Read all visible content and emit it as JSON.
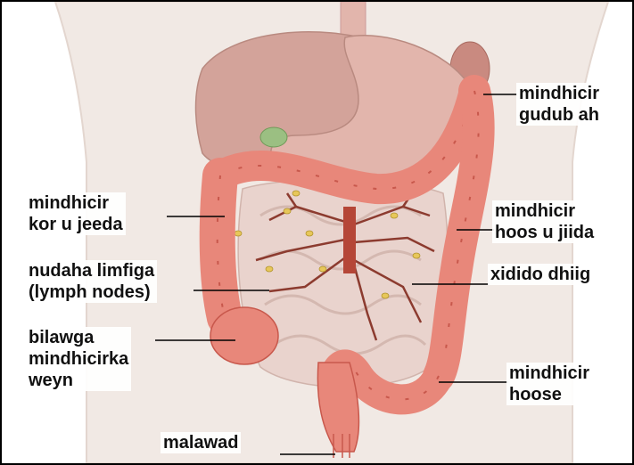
{
  "labels": {
    "transverse": {
      "line1": "mindhicir",
      "line2": "gudub ah"
    },
    "ascending": {
      "line1": "mindhicir",
      "line2": "kor u jeeda"
    },
    "descending": {
      "line1": "mindhicir",
      "line2": "hoos u jiida"
    },
    "lymph": {
      "line1": "nudaha limfiga",
      "line2": "(lymph nodes)"
    },
    "vessels": {
      "line1": "xidido dhiig"
    },
    "appendix": {
      "line1": "bilawga",
      "line2": "mindhicirka",
      "line3": "weyn"
    },
    "sigmoid": {
      "line1": "mindhicir",
      "line2": "hoose"
    },
    "rectum": {
      "line1": "malawad"
    }
  },
  "colors": {
    "colon": "#e8877a",
    "colon_dark": "#c8584c",
    "liver": "#d3a39a",
    "stomach": "#e2b5ac",
    "skin": "#f1e9e4",
    "vessel": "#8c3b2f",
    "small_intestine": "#e9d3cd",
    "gallbladder": "#9bbf82",
    "leader_line": "#000000"
  }
}
